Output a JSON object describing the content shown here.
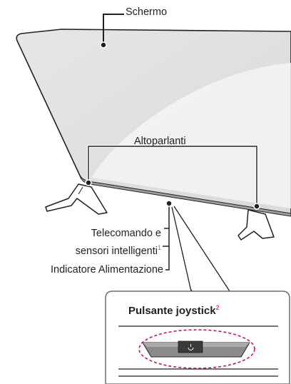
{
  "labels": {
    "screen": "Schermo",
    "speakers": "Altoparlanti",
    "remote_sensors_line1": "Telecomando e",
    "remote_sensors_line2": "sensori intelligenti",
    "remote_sensors_note": "1",
    "power_indicator": "Indicatore Alimentazione",
    "joystick": "Pulsante joystick",
    "joystick_note": "2"
  },
  "colors": {
    "outline": "#231f20",
    "panel": "#e8e8e9",
    "panel_highlight": "#f6f6f6",
    "footnote": "#e8455f",
    "dashed_circle": "#c8184a",
    "button_body": "#7a7b7d",
    "button_top": "#3a3a3b"
  },
  "icons": {
    "power": "power-icon"
  }
}
